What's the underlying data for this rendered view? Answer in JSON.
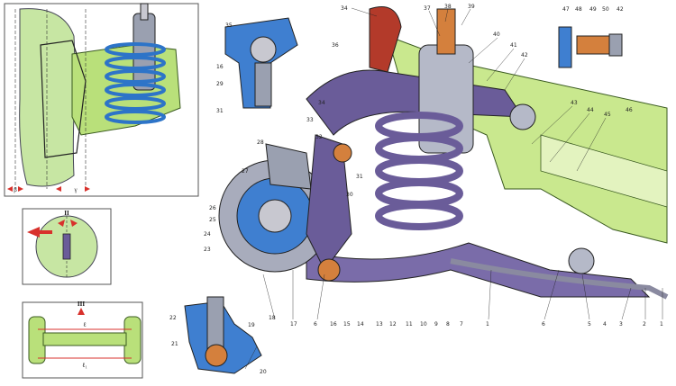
{
  "inset_top_left": {
    "angle_labels": [
      "β",
      "γ"
    ]
  },
  "inset_middle_left": {
    "roman_label": "II"
  },
  "inset_bottom_left": {
    "roman_label": "III",
    "dim_upper": "ℓ",
    "dim_lower": "ℓ₁"
  },
  "callouts": {
    "top": [
      "34",
      "37",
      "38",
      "39",
      "40",
      "41",
      "42"
    ],
    "upper_left": [
      "35",
      "36",
      "16",
      "29",
      "31"
    ],
    "upper_right_inset": [
      "47",
      "48",
      "49",
      "50",
      "42"
    ],
    "middle": [
      "34",
      "33",
      "32",
      "28",
      "27",
      "26",
      "25",
      "24",
      "23",
      "30",
      "31"
    ],
    "right_side": [
      "43",
      "44",
      "45",
      "46"
    ],
    "bottom_row": [
      "18",
      "17",
      "6",
      "16",
      "15",
      "14",
      "13",
      "12",
      "11",
      "10",
      "9",
      "8",
      "7",
      "1",
      "6",
      "5",
      "4",
      "3",
      "2",
      "1"
    ],
    "bottom_inset": [
      "22",
      "21",
      "19",
      "20"
    ]
  },
  "colors": {
    "green": "#b9e07a",
    "violet": "#6a5c99",
    "blue": "#3f7fd0",
    "copper": "#d4803d",
    "red": "#d8312c",
    "grey": "#9a9aa8"
  }
}
